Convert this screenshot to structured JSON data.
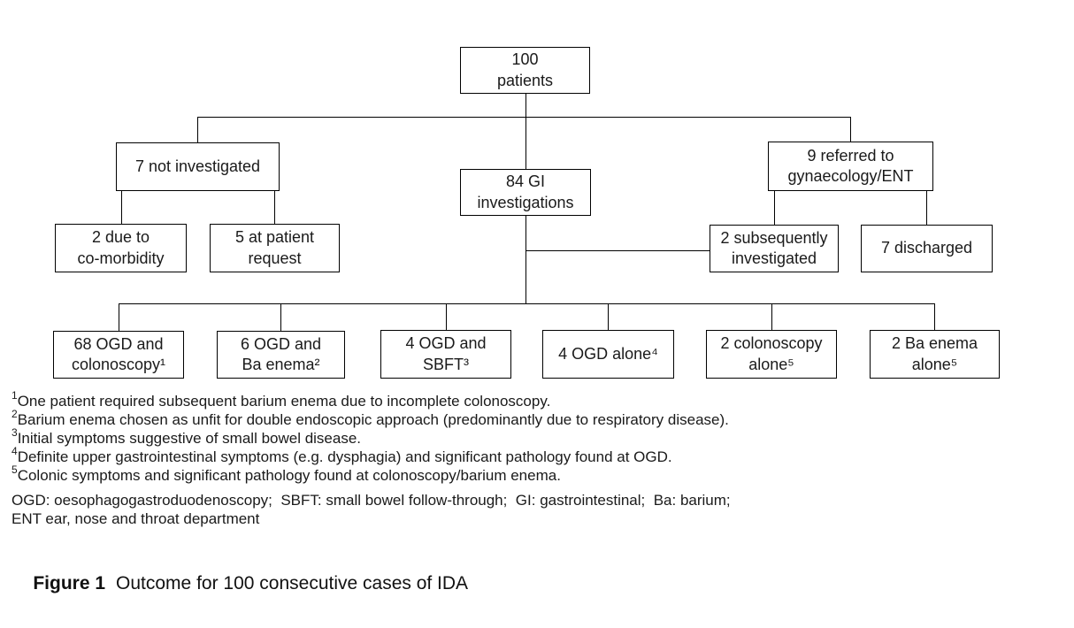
{
  "figure": {
    "nodes": {
      "patients": "100\npatients",
      "not_investigated": "7 not investigated",
      "gi_investigations": "84 GI\ninvestigations",
      "referred": "9 referred to\ngynaecology/ENT",
      "comorbidity": "2 due to\nco-morbidity",
      "patient_request": "5 at patient\nrequest",
      "subsequently_investigated": "2 subsequently\ninvestigated",
      "discharged": "7 discharged",
      "ogd_colonoscopy": "68 OGD and\ncolonoscopy¹",
      "ogd_ba_enema": "6 OGD and\nBa enema²",
      "ogd_sbft": "4 OGD and\nSBFT³",
      "ogd_alone": "4 OGD alone⁴",
      "colonoscopy_alone": "2 colonoscopy\nalone⁵",
      "ba_enema_alone": "2 Ba enema\nalone⁵"
    },
    "footnotes": [
      {
        "marker": "1",
        "text": "One patient required subsequent barium enema due to incomplete colonoscopy."
      },
      {
        "marker": "2",
        "text": "Barium enema chosen as unfit for double endoscopic approach (predominantly due to respiratory disease)."
      },
      {
        "marker": "3",
        "text": "Initial symptoms suggestive of small bowel disease."
      },
      {
        "marker": "4",
        "text": "Definite upper gastrointestinal symptoms (e.g. dysphagia) and significant pathology found at OGD."
      },
      {
        "marker": "5",
        "text": "Colonic symptoms and significant pathology found at colonoscopy/barium enema."
      }
    ],
    "abbreviations": [
      "OGD: oesophagogastroduodenoscopy;  SBFT: small bowel follow-through;  GI: gastrointestinal;  Ba: barium;",
      "ENT ear, nose and throat department"
    ],
    "caption": {
      "label": "Figure 1",
      "text": "Outcome for 100 consecutive cases of IDA"
    },
    "colors": {
      "line": "#000000",
      "text": "#1a1a1a",
      "background": "#ffffff"
    }
  }
}
